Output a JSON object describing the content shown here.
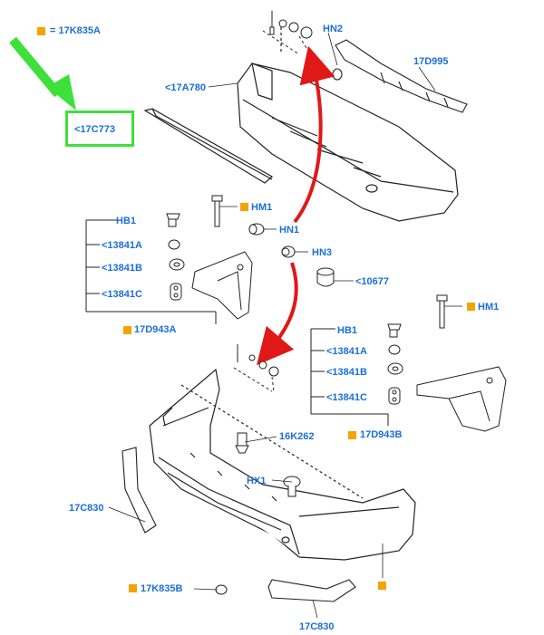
{
  "colors": {
    "label": "#1a6fd8",
    "marker": "#f5a300",
    "highlight": "#3ee03a",
    "arrow": "#e01818",
    "line": "#222222"
  },
  "legend": {
    "eq": "= 17K835A"
  },
  "labels": {
    "c17c773": "<17C773",
    "a17a780": "<17A780",
    "hn2": "HN2",
    "d17d995": "17D995",
    "hm1_top": "HM1",
    "hb1_left": "HB1",
    "a13841a_left": "<13841A",
    "b13841b_left": "<13841B",
    "c13841c_left": "<13841C",
    "d17d943a": "17D943A",
    "hn1": "HN1",
    "hn3": "HN3",
    "r10677": "<10677",
    "hm1_right": "HM1",
    "hb1_right": "HB1",
    "a13841a_right": "<13841A",
    "b13841b_right": "<13841B",
    "c13841c_right": "<13841C",
    "d17d943b": "17D943B",
    "k16k262": "16K262",
    "hx1": "HX1",
    "c17c830_left": "17C830",
    "k17k835b": "17K835B",
    "c17c830_bottom": "17C830"
  },
  "icons": [
    "green-pointer-arrow-icon",
    "red-curved-arrow-icon",
    "marker-square-icon"
  ]
}
